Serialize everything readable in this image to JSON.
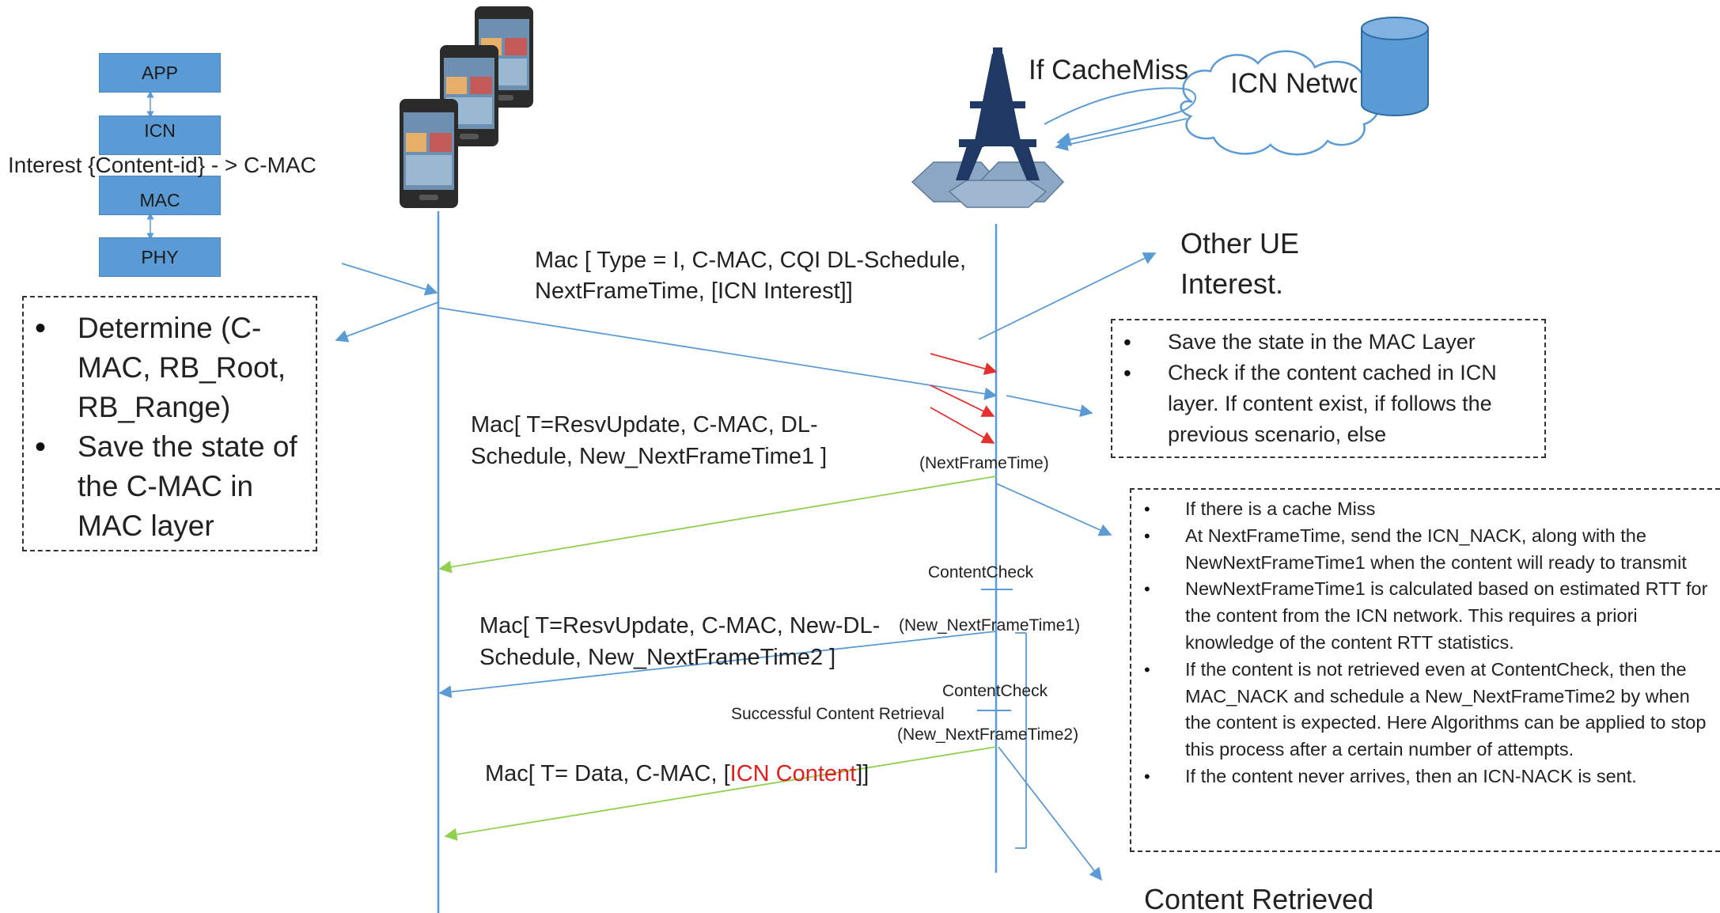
{
  "colors": {
    "blue": "#5b9bd5",
    "line": "#5b9bd5",
    "green": "#92d050",
    "red": "#e53030",
    "text": "#222222",
    "tower": "#1f3864"
  },
  "stack": {
    "app": "APP",
    "icn": "ICN",
    "mac": "MAC",
    "phy": "PHY"
  },
  "interest_label": "Interest {Content-id} - > C-MAC",
  "tower_area": {
    "cache_miss": "If CacheMiss",
    "cloud": "ICN Network"
  },
  "left_box": {
    "items": [
      "Determine (C-MAC, RB_Root, RB_Range)",
      "Save the state of the C-MAC in MAC layer"
    ]
  },
  "messages": {
    "msg1": "Mac [ Type = I, C-MAC, CQI DL-Schedule, NextFrameTime,  [ICN Interest]]",
    "msg2": "Mac[ T=ResvUpdate, C-MAC, DL-Schedule, New_NextFrameTime1 ]",
    "msg3": "Mac[ T=ResvUpdate, C-MAC, New-DL-Schedule, New_NextFrameTime2 ]",
    "msg4_prefix": "Mac[ T= Data,  C-MAC, [",
    "msg4_red": "ICN Content",
    "msg4_suffix": "]]"
  },
  "timeline_labels": {
    "next_frame_time": "(NextFrameTime)",
    "content_check": "ContentCheck",
    "new_next_frame_time1": "(New_NextFrameTime1)",
    "successful_retrieval": "Successful Content Retrieval",
    "new_next_frame_time2": "(New_NextFrameTime2)"
  },
  "other_ue": "Other UE Interest.",
  "content_retrieved": "Content Retrieved",
  "mid_box": {
    "items": [
      "Save the state in the MAC Layer",
      "Check if the content cached in ICN layer. If content exist, if follows the previous scenario, else"
    ]
  },
  "right_box": {
    "items": [
      "If there is a cache Miss",
      "At NextFrameTime, send the ICN_NACK, along with the NewNextFrameTime1 when the content will ready to transmit",
      "NewNextFrameTime1 is calculated based on estimated RTT for the content from the ICN network. This requires a priori knowledge of the content RTT statistics.",
      "If the content is not retrieved even at ContentCheck, then the MAC_NACK and schedule a New_NextFrameTime2 by when the content is expected. Here Algorithms can be applied to stop this process after a certain number of attempts.",
      "If the content never arrives, then an ICN-NACK is sent."
    ]
  }
}
